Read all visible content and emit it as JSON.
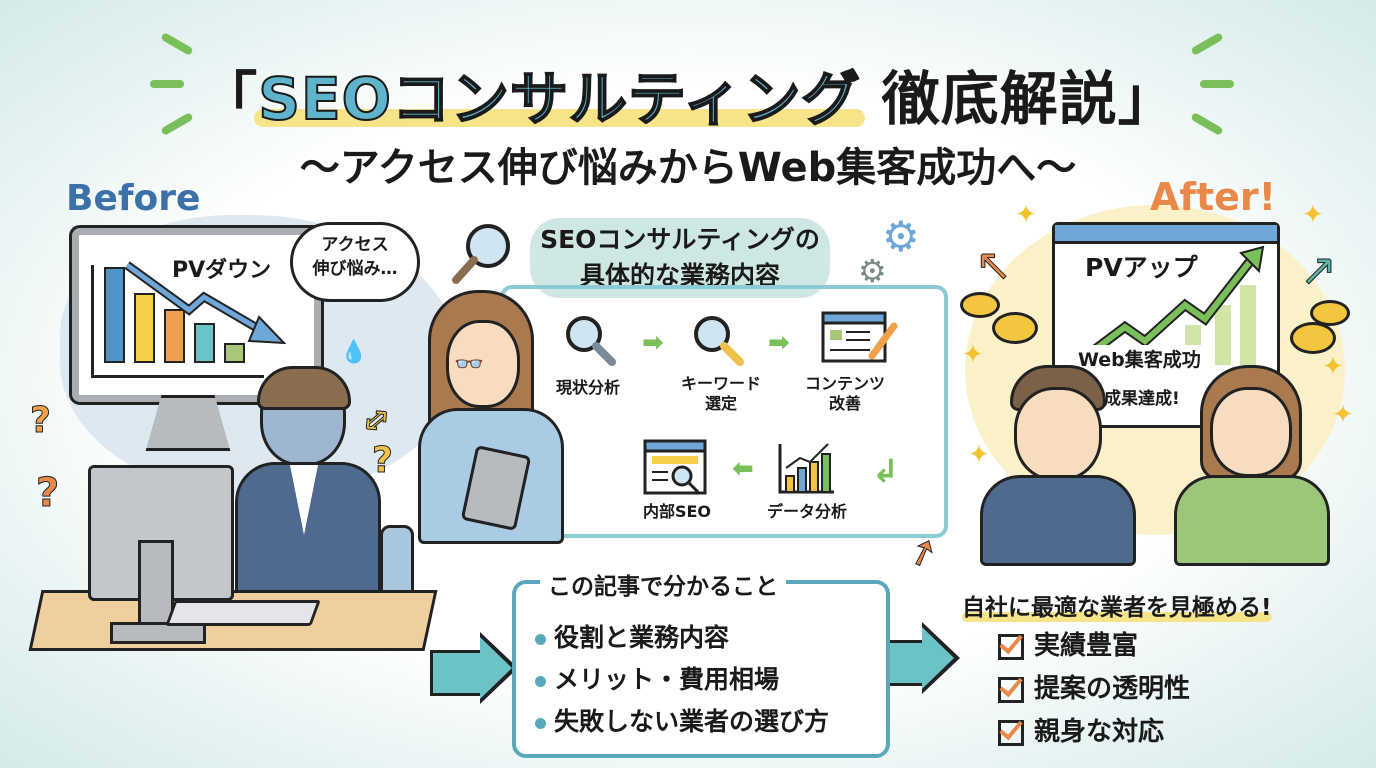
{
  "header": {
    "title_open_bracket": "「",
    "title_highlight": "SEOコンサルティング",
    "title_rest": "徹底解説",
    "title_close_bracket": "」",
    "subtitle": "〜アクセス伸び悩みからWeb集客成功へ〜"
  },
  "before": {
    "label": "Before",
    "chart_label": "PVダウン",
    "thought_line1": "アクセス",
    "thought_line2": "伸び悩み…",
    "bar_colors": [
      "#4f93c9",
      "#f4cf47",
      "#f0a04b",
      "#6cc3c6",
      "#a9c77a"
    ],
    "bar_heights": [
      92,
      66,
      50,
      36,
      16
    ]
  },
  "services": {
    "title_line1": "SEOコンサルティングの",
    "title_line2": "具体的な業務内容",
    "steps": [
      {
        "label_line1": "現状分析",
        "label_line2": "",
        "icon": "magnifier-icon"
      },
      {
        "label_line1": "キーワード",
        "label_line2": "選定",
        "icon": "magnifier-icon"
      },
      {
        "label_line1": "コンテンツ",
        "label_line2": "改善",
        "icon": "content-edit-icon"
      },
      {
        "label_line1": "データ分析",
        "label_line2": "",
        "icon": "bar-chart-icon"
      },
      {
        "label_line1": "内部SEO",
        "label_line2": "",
        "icon": "webpage-search-icon"
      }
    ]
  },
  "after": {
    "label": "After!",
    "chart_label": "PVアップ",
    "success_label": "Web集客成功",
    "achieve_label": "成果達成!"
  },
  "article_box": {
    "heading": "この記事で分かること",
    "items": [
      "役割と業務内容",
      "メリット・費用相場",
      "失敗しない業者の選び方"
    ]
  },
  "selection": {
    "heading": "自社に最適な業者を見極める!",
    "items": [
      "実績豊富",
      "提案の透明性",
      "親身な対応"
    ]
  },
  "colors": {
    "accent_teal": "#5fb3cb",
    "highlight_yellow": "#f6e38a",
    "before_blue": "#3b70a8",
    "after_orange": "#e8894a",
    "arrow_green": "#7bbf5a"
  }
}
